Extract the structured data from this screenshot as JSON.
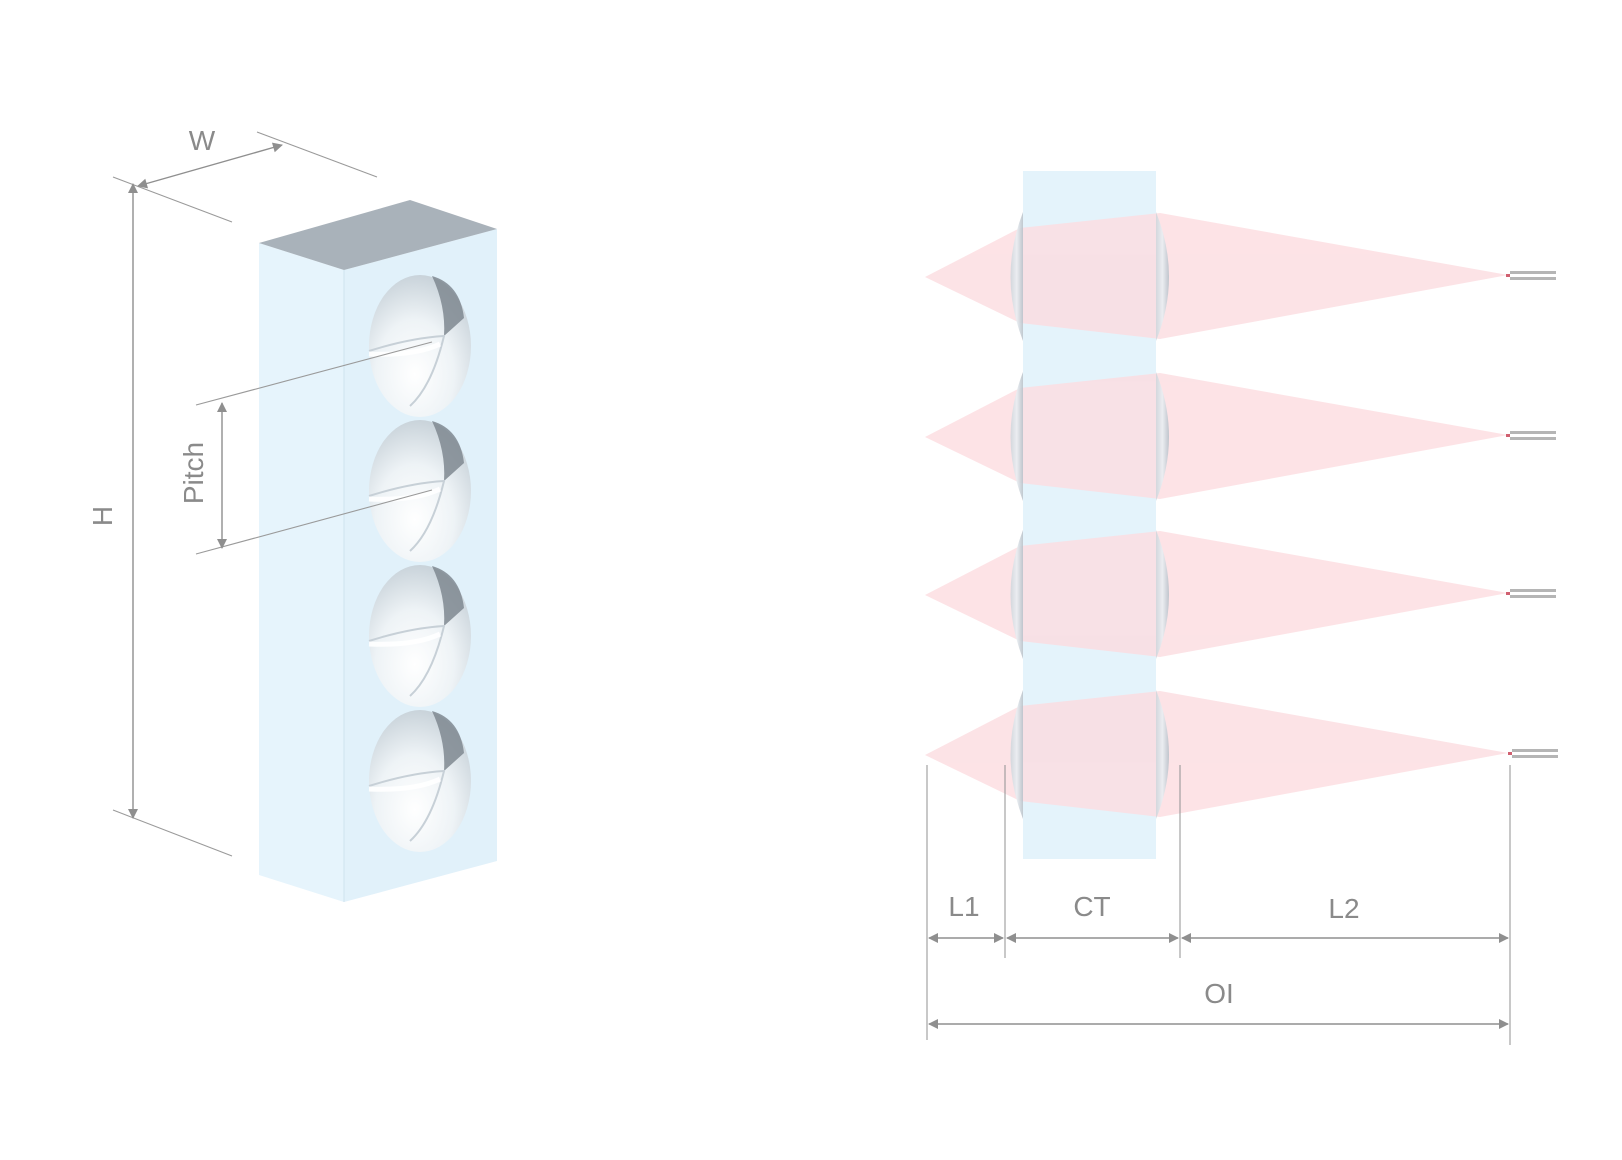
{
  "labels": {
    "w": "W",
    "h": "H",
    "pitch": "Pitch",
    "l1": "L1",
    "ct": "CT",
    "l2": "L2",
    "oi": "OI"
  },
  "colors": {
    "substrate": "#e4f3fb",
    "substrate_top": "#a9b2ba",
    "substrate_side": "#dcedf7",
    "beam": "#fcdde1",
    "dimension": "#8f8f8f",
    "fiber": "#b5b5b5"
  },
  "lens_count": 4,
  "beam_count": 4
}
